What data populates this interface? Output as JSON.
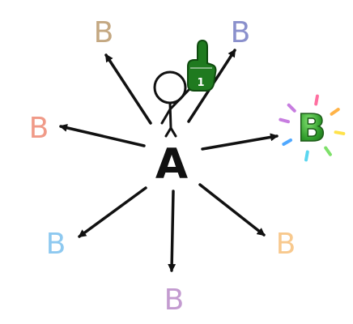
{
  "diagram": {
    "hub": {
      "label": "A",
      "color": "#111111"
    },
    "targets": [
      {
        "label": "B",
        "color": "#c4a882"
      },
      {
        "label": "B",
        "color": "#8a90cc"
      },
      {
        "label": "B",
        "color": "#f09a88"
      },
      {
        "label": "B",
        "color": "#2f9a2a",
        "highlighted": true
      },
      {
        "label": "B",
        "color": "#8ec9f0"
      },
      {
        "label": "B",
        "color": "#f8c98e"
      },
      {
        "label": "B",
        "color": "#c39bd0"
      }
    ],
    "foam_finger": {
      "label": "1",
      "color": "#1f7a1f",
      "icon": "foam-finger-icon"
    },
    "sparkle_colors": [
      "#c77de0",
      "#ff6fa0",
      "#ffb347",
      "#ffe24a",
      "#7ee06a",
      "#5ad6f0",
      "#4fa8ff"
    ]
  }
}
